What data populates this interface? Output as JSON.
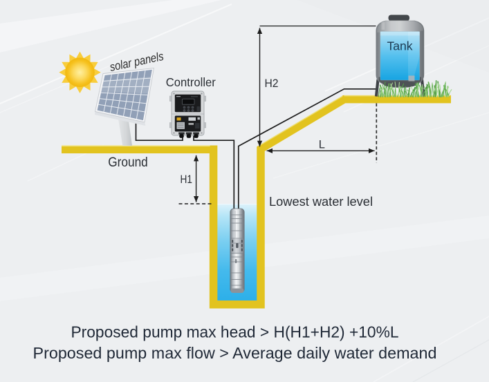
{
  "title": "Solar pumping system sizing diagram",
  "labels": {
    "solar_panels": "solar panels",
    "controller": "Controller",
    "ground": "Ground",
    "h1": "H1",
    "h2": "H2",
    "l": "L",
    "lowest_water_level": "Lowest water level",
    "tank": "Tank"
  },
  "formulas": {
    "line1": "Proposed pump max head > H(H1+H2) +10%L",
    "line2": "Proposed pump max flow > Average daily water demand"
  },
  "colors": {
    "ground_yellow": "#e2c31f",
    "water_blue_deep": "#2cafe9",
    "water_blue_light": "#ddf2fb",
    "tank_window_blue": "#17a4e2",
    "sun_yellow": "#f8cd3c",
    "grass_green": "#5aa94c",
    "label_text": "#2a2e34",
    "formula_text": "#1f2836",
    "line_black": "#1c1c1c"
  }
}
